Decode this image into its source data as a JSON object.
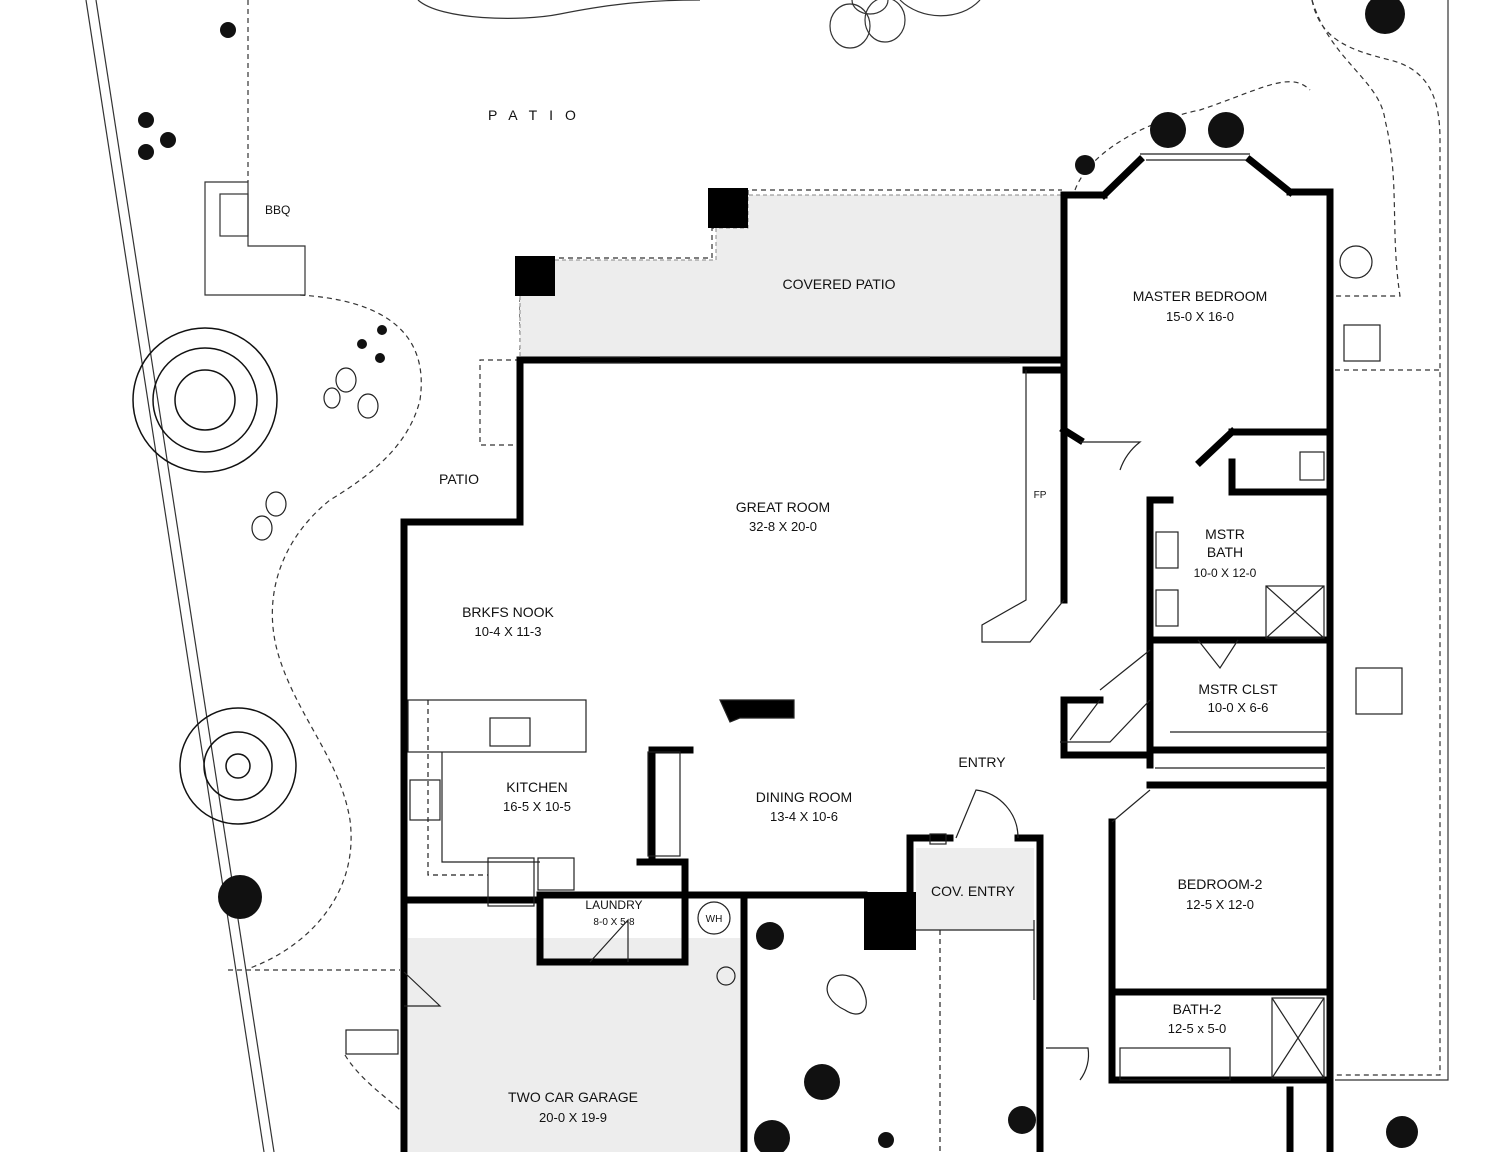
{
  "labels": {
    "patio_top": "PATIO",
    "patio_side": "PATIO",
    "bbq": "BBQ",
    "covered_patio": "COVERED PATIO",
    "great_room": {
      "name": "GREAT ROOM",
      "dims": "32-8  X  20-0"
    },
    "fireplace": "FP",
    "brkfs_nook": {
      "name": "BRKFS NOOK",
      "dims": "10-4  X  11-3"
    },
    "kitchen": {
      "name": "KITCHEN",
      "dims": "16-5  X  10-5"
    },
    "dining_room": {
      "name": "DINING ROOM",
      "dims": "13-4  X  10-6"
    },
    "entry": "ENTRY",
    "cov_entry": "COV. ENTRY",
    "laundry": {
      "name": "LAUNDRY",
      "dims": "8-0  X  5-8"
    },
    "water_heater": "WH",
    "two_car_garage": {
      "name": "TWO CAR GARAGE",
      "dims": "20-0  X  19-9"
    },
    "master_bedroom": {
      "name": "MASTER BEDROOM",
      "dims": "15-0  X  16-0"
    },
    "mstr_bath": {
      "name_line1": "MSTR",
      "name_line2": "BATH",
      "dims": "10-0 X 12-0"
    },
    "mstr_clst": {
      "name": "MSTR  CLST",
      "dims": "10-0  X  6-6"
    },
    "bedroom_2": {
      "name": "BEDROOM-2",
      "dims": "12-5  X  12-0"
    },
    "bath_2": {
      "name": "BATH-2",
      "dims": "12-5 x 5-0"
    }
  },
  "colors": {
    "wall": "#000000",
    "covered_fill": "#ededed",
    "line": "#222222"
  }
}
